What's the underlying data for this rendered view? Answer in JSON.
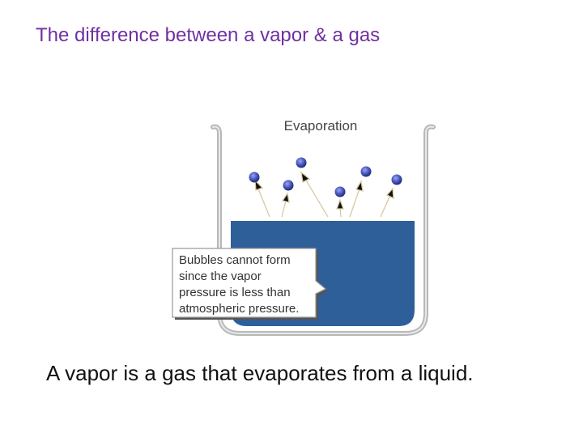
{
  "slide": {
    "title": "The difference between a vapor & a gas",
    "caption": "A vapor is a gas that evaporates from a liquid."
  },
  "diagram": {
    "label": "Evaporation",
    "callout_lines": [
      "Bubbles cannot form",
      "since the vapor",
      "pressure is less than",
      "atmospheric pressure."
    ],
    "colors": {
      "liquid": "#2e5f99",
      "molecule": "#4a58c0",
      "beaker": "#b8b8b8",
      "title": "#7030a0"
    }
  }
}
